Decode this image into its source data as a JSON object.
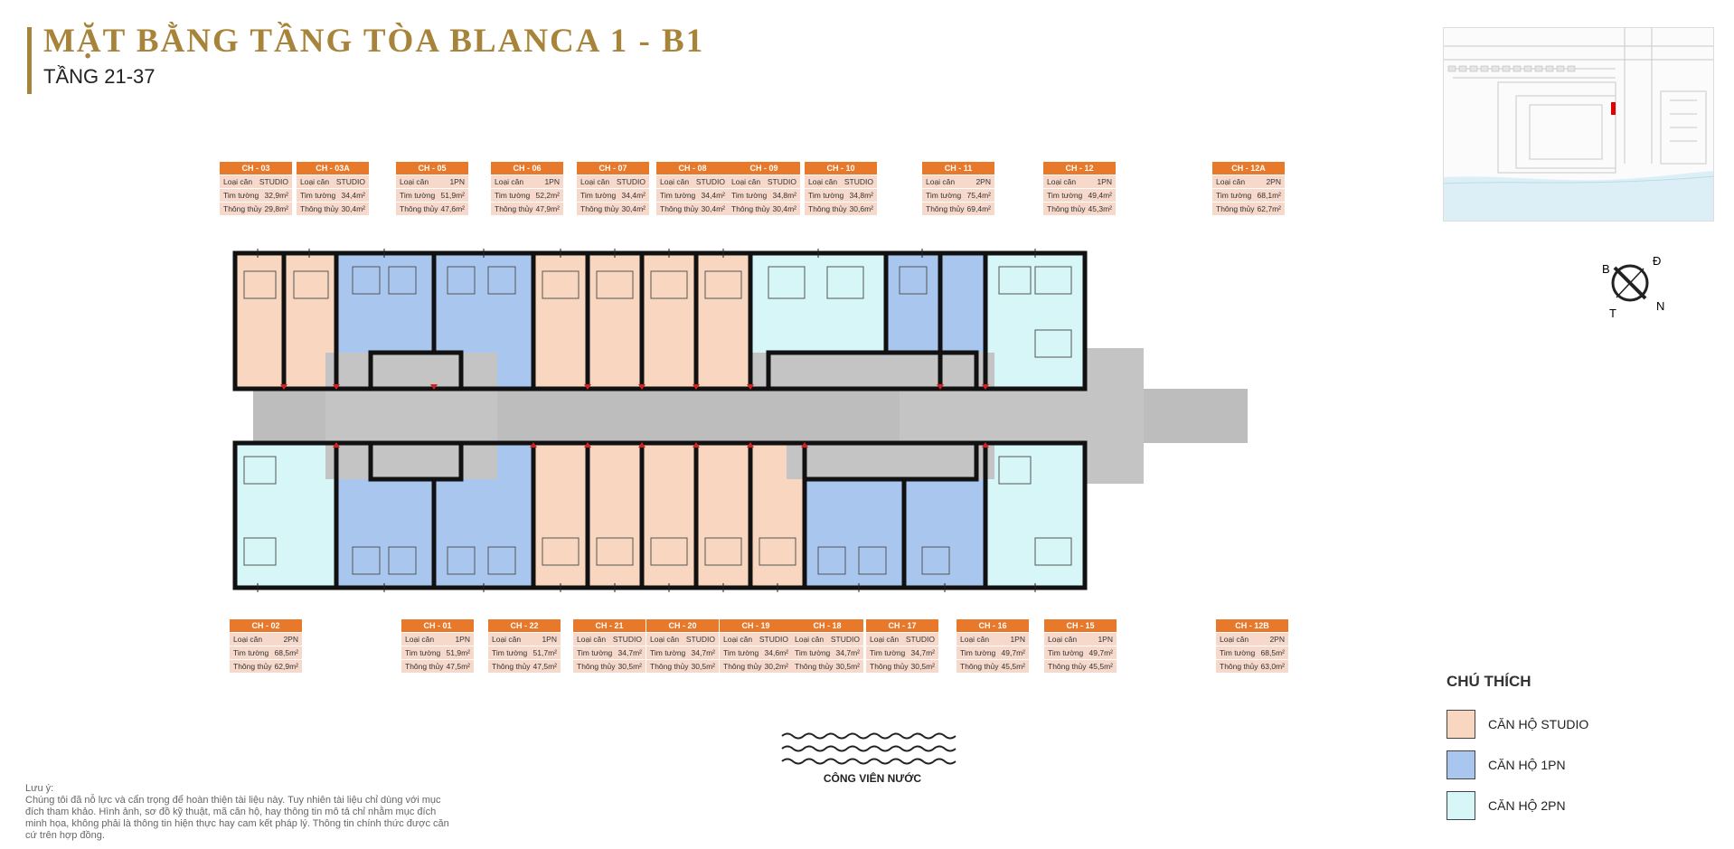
{
  "header": {
    "title": "MẶT BẰNG TẦNG TÒA BLANCA 1 - B1",
    "subtitle": "TẦNG 21-37"
  },
  "compass": {
    "n_label": "N",
    "d_label": "Đ",
    "b_label": "B",
    "t_label": "T"
  },
  "colors": {
    "studio": "#f9d6bf",
    "one_br": "#a9c6ef",
    "two_br": "#d7f6f8",
    "header_orange": "#e8782a",
    "title_gold": "#a8843a"
  },
  "units_top": [
    {
      "code": "CH - 03",
      "type": "STUDIO",
      "wall": "32,9m²",
      "clear": "29,8m²"
    },
    {
      "code": "CH - 03A",
      "type": "STUDIO",
      "wall": "34,4m²",
      "clear": "30,4m²"
    },
    {
      "code": "CH - 05",
      "type": "1PN",
      "wall": "51,9m²",
      "clear": "47,6m²"
    },
    {
      "code": "CH - 06",
      "type": "1PN",
      "wall": "52,2m²",
      "clear": "47,9m²"
    },
    {
      "code": "CH - 07",
      "type": "STUDIO",
      "wall": "34,4m²",
      "clear": "30,4m²"
    },
    {
      "code": "CH - 08",
      "type": "STUDIO",
      "wall": "34,4m²",
      "clear": "30,4m²"
    },
    {
      "code": "CH - 09",
      "type": "STUDIO",
      "wall": "34,8m²",
      "clear": "30,4m²"
    },
    {
      "code": "CH - 10",
      "type": "STUDIO",
      "wall": "34,8m²",
      "clear": "30,6m²"
    },
    {
      "code": "CH - 11",
      "type": "2PN",
      "wall": "75,4m²",
      "clear": "69,4m²"
    },
    {
      "code": "CH - 12",
      "type": "1PN",
      "wall": "49,4m²",
      "clear": "45,3m²"
    },
    {
      "code": "CH - 12A",
      "type": "2PN",
      "wall": "68,1m²",
      "clear": "62,7m²"
    }
  ],
  "units_bottom": [
    {
      "code": "CH - 02",
      "type": "2PN",
      "wall": "68,5m²",
      "clear": "62,9m²"
    },
    {
      "code": "CH - 01",
      "type": "1PN",
      "wall": "51,9m²",
      "clear": "47,5m²"
    },
    {
      "code": "CH - 22",
      "type": "1PN",
      "wall": "51,7m²",
      "clear": "47,5m²"
    },
    {
      "code": "CH - 21",
      "type": "STUDIO",
      "wall": "34,7m²",
      "clear": "30,5m²"
    },
    {
      "code": "CH - 20",
      "type": "STUDIO",
      "wall": "34,7m²",
      "clear": "30,5m²"
    },
    {
      "code": "CH - 19",
      "type": "STUDIO",
      "wall": "34,6m²",
      "clear": "30,2m²"
    },
    {
      "code": "CH - 18",
      "type": "STUDIO",
      "wall": "34,7m²",
      "clear": "30,5m²"
    },
    {
      "code": "CH - 17",
      "type": "STUDIO",
      "wall": "34,7m²",
      "clear": "30,5m²"
    },
    {
      "code": "CH - 16",
      "type": "1PN",
      "wall": "49,7m²",
      "clear": "45,5m²"
    },
    {
      "code": "CH - 15",
      "type": "1PN",
      "wall": "49,7m²",
      "clear": "45,5m²"
    },
    {
      "code": "CH - 12B",
      "type": "2PN",
      "wall": "68,5m²",
      "clear": "63,0m²"
    }
  ],
  "card_labels": {
    "type": "Loại căn",
    "wall": "Tim tường",
    "clear": "Thông thủy"
  },
  "legend": {
    "title": "CHÚ THÍCH",
    "items": [
      {
        "label": "CĂN HỘ STUDIO",
        "color": "#f9d6bf"
      },
      {
        "label": "CĂN HỘ 1PN",
        "color": "#a9c6ef"
      },
      {
        "label": "CĂN HỘ 2PN",
        "color": "#d7f6f8"
      }
    ]
  },
  "park": {
    "label": "CÔNG VIÊN NƯỚC"
  },
  "note": {
    "heading": "Lưu ý:",
    "body": "Chúng tôi đã nỗ lực và cẩn trọng để hoàn thiện tài liệu này. Tuy nhiên tài liệu chỉ dùng với mục đích tham khảo. Hình ảnh, sơ đồ kỹ thuật, mã căn hộ, hay thông tin mô tả chỉ nhằm mục đích minh họa, không phải là thông tin hiện thực hay cam kết pháp lý. Thông tin chính thức được căn cứ trên hợp đồng."
  }
}
